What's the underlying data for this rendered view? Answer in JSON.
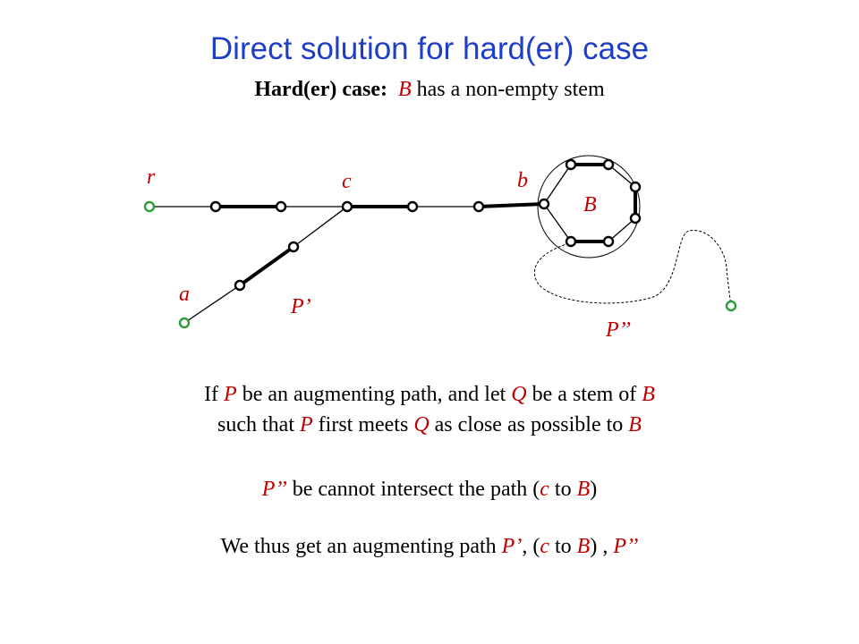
{
  "colors": {
    "title": "#1f3ec8",
    "accent": "#c00000",
    "free_vertex": "#2e9e3a",
    "text": "#000000"
  },
  "slide": {
    "title": "Direct solution for hard(er) case",
    "subtitle": {
      "bold_part": "Hard(er) case:",
      "blossom": "B",
      "rest": "has a non-empty stem"
    }
  },
  "diagram": {
    "labels": {
      "r": "r",
      "c": "c",
      "b": "b",
      "B": "B",
      "a": "a",
      "p_prime": "P’",
      "p_double_prime": "P’’"
    }
  },
  "body": {
    "line1": {
      "t1": "If ",
      "v1": "P",
      "t2": " be an augmenting path, and let ",
      "v2": "Q",
      "t3": " be a stem of ",
      "v3": "B"
    },
    "line2": {
      "t1": "such that ",
      "v1": "P",
      "t2": " first meets ",
      "v2": "Q",
      "t3": " as close as possible to ",
      "v3": "B"
    },
    "line3": {
      "v1": "P’’",
      "t1": " be cannot intersect the path (",
      "v2": "c",
      "t2": " to ",
      "v3": "B",
      "t3": ")"
    },
    "line4": {
      "t1": "We thus get an augmenting path ",
      "v1": "P’",
      "t2": ", (",
      "v2": "c",
      "t3": " to ",
      "v3": "B",
      "t4": ") , ",
      "v4": "P’’"
    }
  }
}
